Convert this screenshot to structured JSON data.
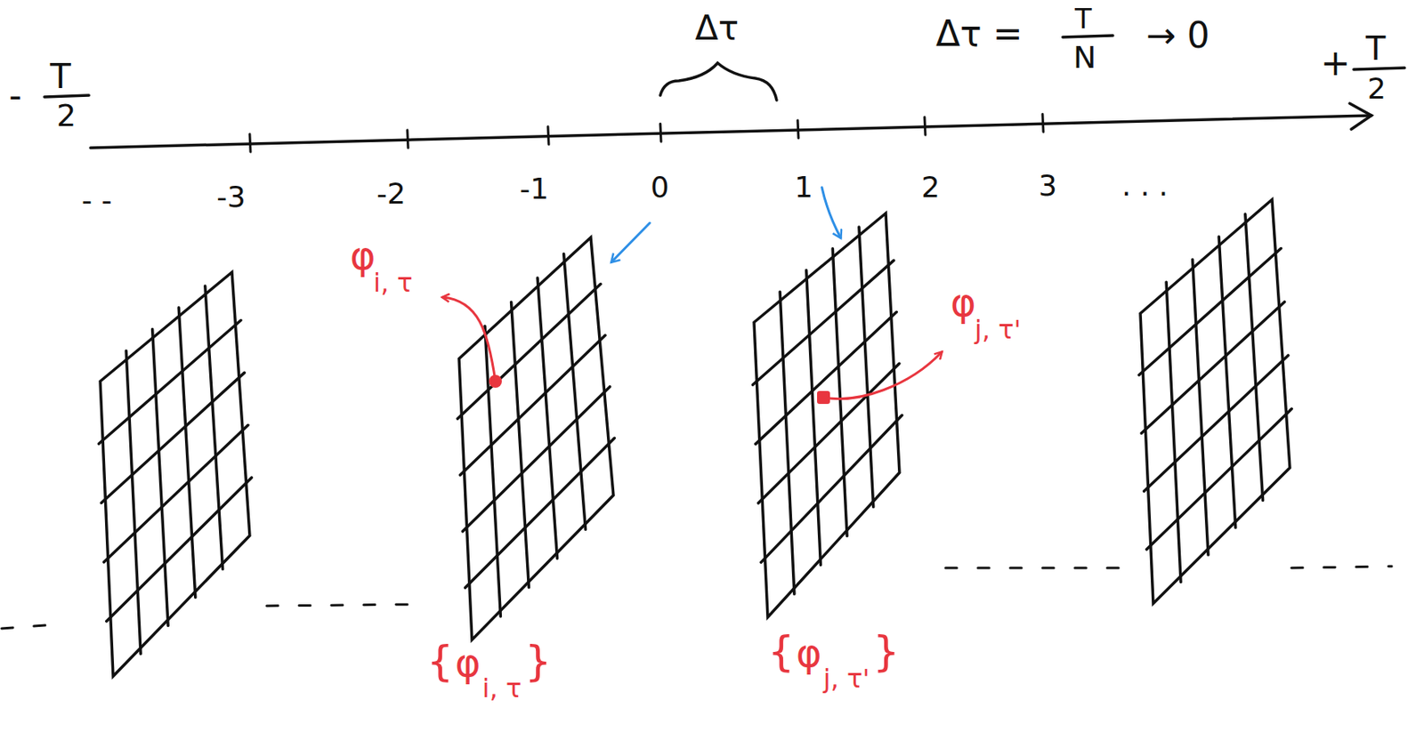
{
  "diagram": {
    "labels": [
      "-",
      "T",
      "2",
      "Δτ",
      "Δτ =",
      "T",
      "N",
      "→ 0",
      "+",
      "T",
      "2",
      "- -",
      "-3",
      "-2",
      "-1",
      "0",
      "1",
      "2",
      "3",
      "· · ·",
      "φ",
      "i, τ",
      "φ",
      "j, τ'",
      "{",
      "φ",
      "i, τ",
      "}",
      "{",
      "φ",
      "j, τ'",
      "}"
    ]
  }
}
